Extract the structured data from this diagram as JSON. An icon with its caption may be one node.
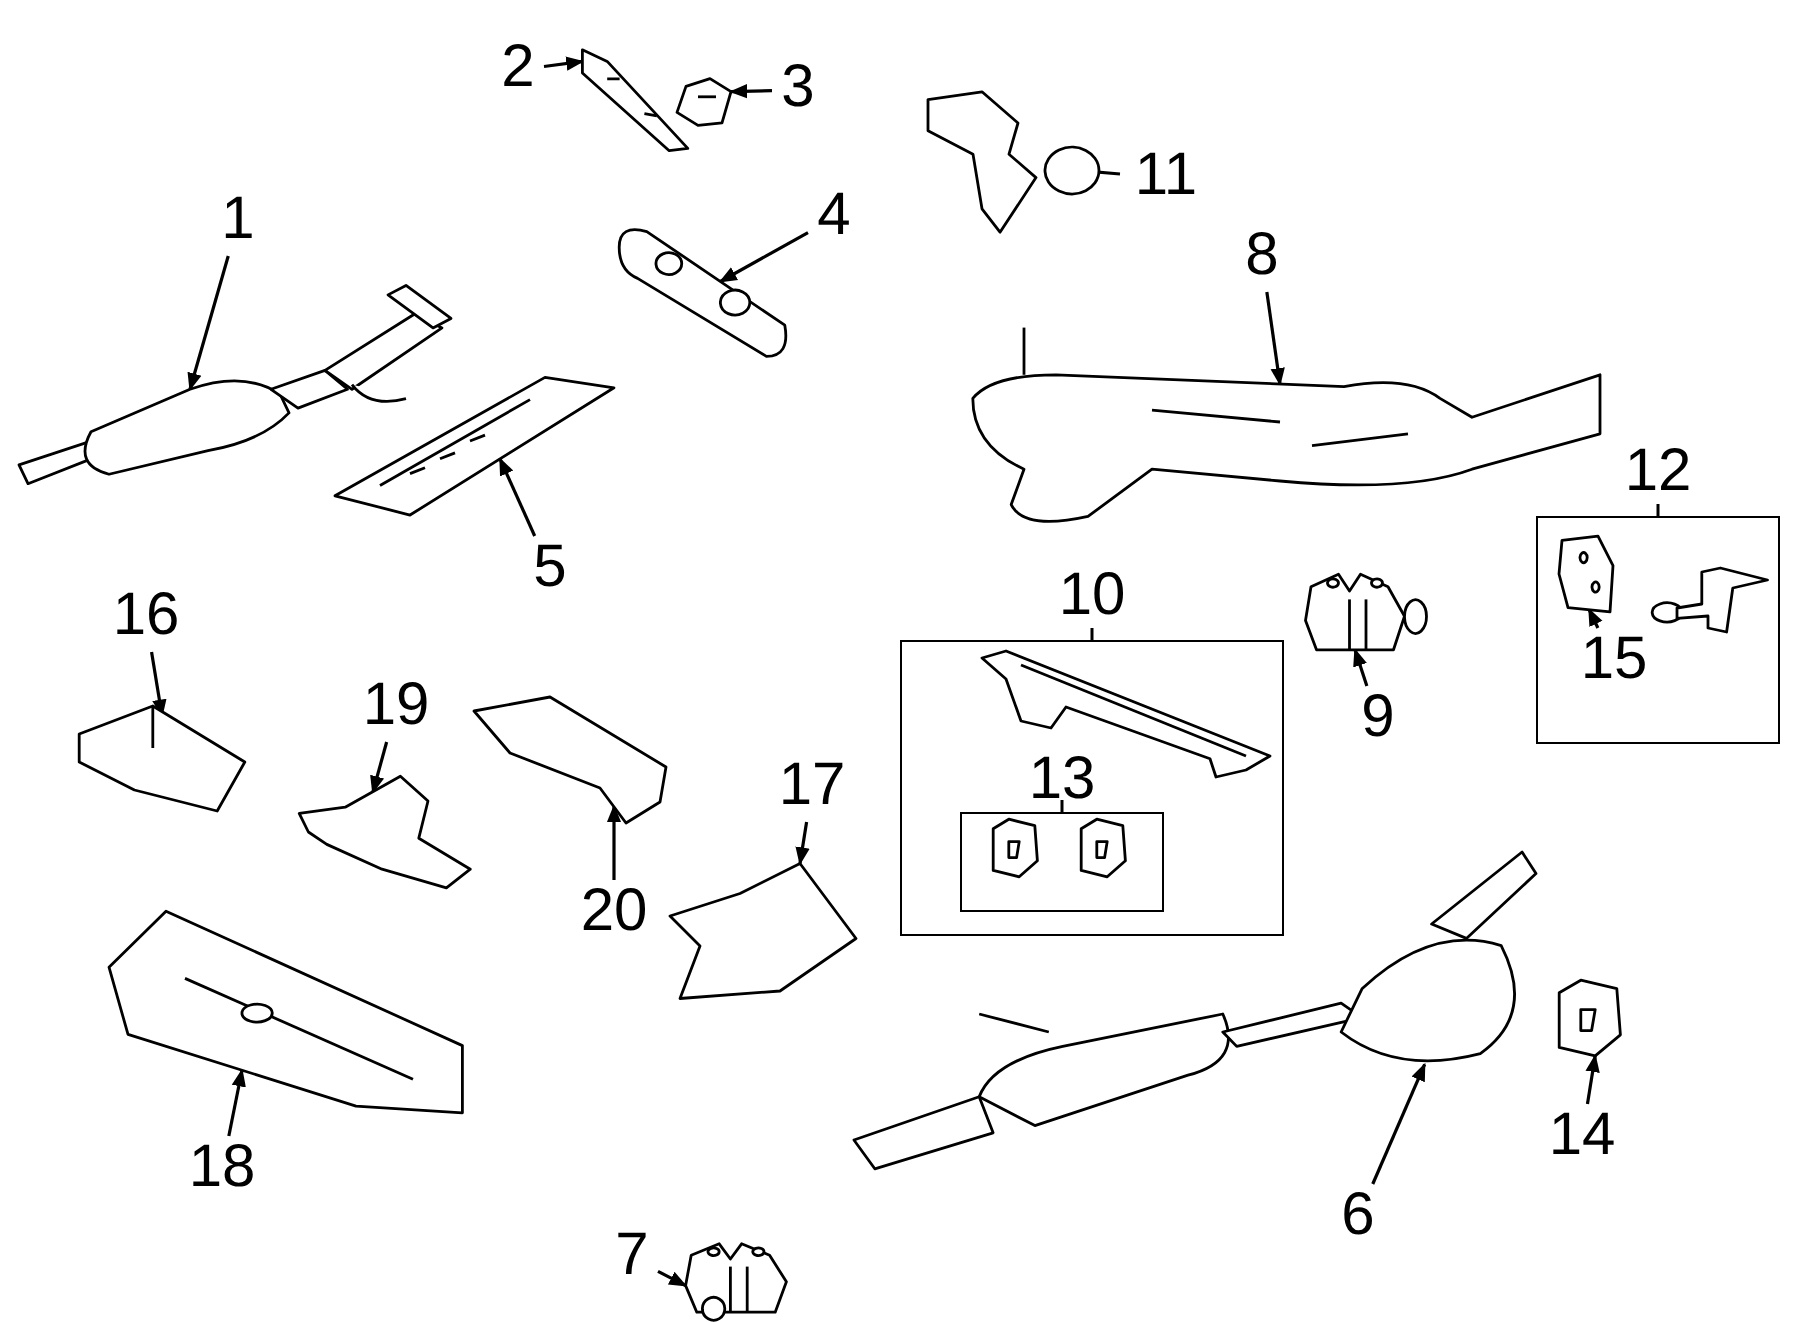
{
  "diagram": {
    "nodes": [
      {
        "text": [
          "1"
        ]
      },
      {
        "text": [],
        "shape": "picture"
      },
      {
        "text": [
          "2"
        ]
      },
      {
        "text": [],
        "shape": "picture"
      },
      {
        "text": [
          "3"
        ]
      },
      {
        "text": [],
        "shape": "picture"
      },
      {
        "text": [
          "4"
        ]
      },
      {
        "text": [],
        "shape": "picture"
      },
      {
        "text": [
          "11"
        ]
      },
      {
        "text": [],
        "shape": "picture"
      },
      {
        "text": [
          "8"
        ]
      },
      {
        "text": [],
        "shape": "picture"
      },
      {
        "text": [
          "5"
        ]
      },
      {
        "text": [],
        "shape": "picture"
      },
      {
        "text": [
          "12"
        ]
      },
      {
        "text": [],
        "shape": "picture",
        "in": 14
      },
      {
        "text": [],
        "shape": "picture",
        "in": 14
      },
      {
        "text": [
          "15"
        ],
        "in": 14
      },
      {
        "text": [
          "16"
        ]
      },
      {
        "text": [],
        "shape": "picture"
      },
      {
        "text": [
          "10"
        ]
      },
      {
        "text": [],
        "shape": "picture",
        "in": 20
      },
      {
        "text": [
          "13"
        ],
        "in": 20
      },
      {
        "text": [],
        "shape": "picture",
        "in": 22
      },
      {
        "text": [],
        "shape": "picture",
        "in": 22
      },
      {
        "text": [
          "9"
        ]
      },
      {
        "text": [],
        "shape": "picture"
      },
      {
        "text": [
          "19"
        ]
      },
      {
        "text": [],
        "shape": "picture"
      },
      {
        "text": [
          "20"
        ]
      },
      {
        "text": [],
        "shape": "picture"
      },
      {
        "text": [
          "17"
        ]
      },
      {
        "text": [],
        "shape": "picture"
      },
      {
        "text": [
          "18"
        ]
      },
      {
        "text": [],
        "shape": "picture"
      },
      {
        "text": [],
        "shape": "picture"
      },
      {
        "text": [
          "6"
        ]
      },
      {
        "text": [],
        "shape": "picture"
      },
      {
        "text": [
          "14"
        ]
      },
      {
        "text": [],
        "shape": "picture"
      },
      {
        "text": [
          "7"
        ]
      }
    ],
    "edges": [
      {
        "from": 0,
        "to": 1,
        "arrow": "to"
      },
      {
        "from": 2,
        "to": 3,
        "arrow": "to"
      },
      {
        "from": 4,
        "to": 5,
        "arrow": "to"
      },
      {
        "from": 6,
        "to": 7,
        "arrow": "to"
      },
      {
        "from": 8,
        "to": 9,
        "arrow": "to"
      },
      {
        "from": 10,
        "to": 11,
        "arrow": "to"
      },
      {
        "from": 12,
        "to": 13,
        "arrow": "to"
      },
      {
        "from": 17,
        "to": 15,
        "arrow": "to"
      },
      {
        "from": 18,
        "to": 19,
        "arrow": "to"
      },
      {
        "from": 25,
        "to": 26,
        "arrow": "to"
      },
      {
        "from": 27,
        "to": 28,
        "arrow": "to"
      },
      {
        "from": 29,
        "to": 30,
        "arrow": "to"
      },
      {
        "from": 31,
        "to": 32,
        "arrow": "to"
      },
      {
        "from": 33,
        "to": 34,
        "arrow": "to"
      },
      {
        "from": 36,
        "to": 35,
        "arrow": "to"
      },
      {
        "from": 38,
        "to": 37,
        "arrow": "to"
      },
      {
        "from": 40,
        "to": 39,
        "arrow": "to"
      }
    ]
  }
}
